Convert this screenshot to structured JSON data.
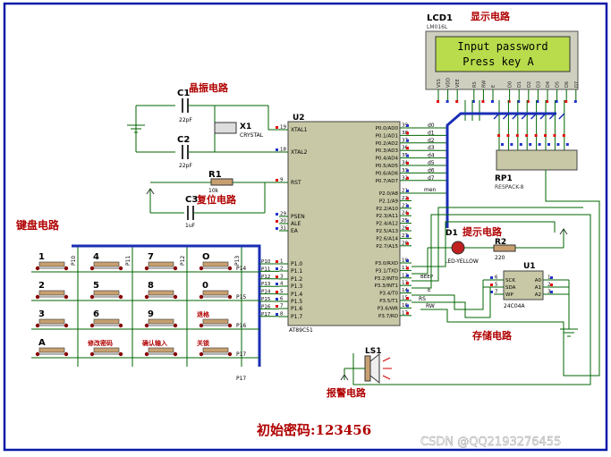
{
  "labels": {
    "lcd_section": "显示电路",
    "crystal_section": "晶振电路",
    "reset_section": "复位电路",
    "keypad_section": "键盘电路",
    "indicator_section": "提示电路",
    "storage_section": "存储电路",
    "alarm_section": "报警电路",
    "initial_password": "初始密码:123456",
    "watermark": "CSDN @QQ2193276455"
  },
  "lcd": {
    "ref": "LCD1",
    "model": "LM016L",
    "line1": "Input password",
    "line2": "Press key A",
    "pins": [
      "VSS",
      "VDD",
      "VEE",
      "RS",
      "RW",
      "E",
      "D0",
      "D1",
      "D2",
      "D3",
      "D4",
      "D5",
      "D6",
      "D7"
    ]
  },
  "mcu": {
    "ref": "U2",
    "model": "AT89C51",
    "left_pins": [
      {
        "num": "19",
        "name": "XTAL1"
      },
      {
        "num": "18",
        "name": "XTAL2"
      },
      {
        "num": "9",
        "name": "RST"
      },
      {
        "num": "29",
        "name": "PSEN"
      },
      {
        "num": "30",
        "name": "ALE"
      },
      {
        "num": "31",
        "name": "EA"
      },
      {
        "num": "1",
        "name": "P1.0"
      },
      {
        "num": "2",
        "name": "P1.1"
      },
      {
        "num": "3",
        "name": "P1.2"
      },
      {
        "num": "4",
        "name": "P1.3"
      },
      {
        "num": "5",
        "name": "P1.4"
      },
      {
        "num": "6",
        "name": "P1.5"
      },
      {
        "num": "7",
        "name": "P1.6"
      },
      {
        "num": "8",
        "name": "P1.7"
      }
    ],
    "p0_pins": [
      {
        "num": "39",
        "name": "P0.0/AD0",
        "net": "d0"
      },
      {
        "num": "38",
        "name": "P0.1/AD1",
        "net": "d1"
      },
      {
        "num": "37",
        "name": "P0.2/AD2",
        "net": "d2"
      },
      {
        "num": "36",
        "name": "P0.3/AD3",
        "net": "d3"
      },
      {
        "num": "35",
        "name": "P0.4/AD4",
        "net": "d4"
      },
      {
        "num": "34",
        "name": "P0.5/AD5",
        "net": "d5"
      },
      {
        "num": "33",
        "name": "P0.6/AD6",
        "net": "d6"
      },
      {
        "num": "32",
        "name": "P0.7/AD7",
        "net": "d7"
      }
    ],
    "p2_pins": [
      {
        "num": "21",
        "name": "P2.0/A8"
      },
      {
        "num": "22",
        "name": "P2.1/A9"
      },
      {
        "num": "23",
        "name": "P2.2/A10"
      },
      {
        "num": "24",
        "name": "P2.3/A11"
      },
      {
        "num": "25",
        "name": "P2.4/A12"
      },
      {
        "num": "26",
        "name": "P2.5/A13"
      },
      {
        "num": "27",
        "name": "P2.6/A14"
      },
      {
        "num": "28",
        "name": "P2.7/A15"
      }
    ],
    "p3_pins": [
      {
        "num": "10",
        "name": "P3.0/RXD"
      },
      {
        "num": "11",
        "name": "P3.1/TXD"
      },
      {
        "num": "12",
        "name": "P3.2/INT0"
      },
      {
        "num": "13",
        "name": "P3.3/INT1"
      },
      {
        "num": "14",
        "name": "P3.4/T0"
      },
      {
        "num": "15",
        "name": "P3.5/T1"
      },
      {
        "num": "16",
        "name": "P3.6/WR"
      },
      {
        "num": "17",
        "name": "P3.7/RD"
      }
    ],
    "nets": {
      "men": "men",
      "rs": "RS",
      "rw": "RW",
      "e": "E",
      "beep": "BEEP"
    }
  },
  "crystal": {
    "c1_ref": "C1",
    "c1_val": "22pF",
    "c2_ref": "C2",
    "c2_val": "22pF",
    "x1_ref": "X1",
    "x1_type": "CRYSTAL"
  },
  "reset": {
    "r1_ref": "R1",
    "r1_val": "10k",
    "c3_ref": "C3",
    "c3_val": "1uF"
  },
  "rpack": {
    "ref": "RP1",
    "model": "RESPACK-8"
  },
  "led": {
    "ref": "D1",
    "model": "LED-YELLOW"
  },
  "r2": {
    "ref": "R2",
    "val": "220"
  },
  "eeprom": {
    "ref": "U1",
    "model": "24C04A",
    "left_pins": [
      {
        "num": "6",
        "name": "SCK"
      },
      {
        "num": "5",
        "name": "SDA"
      },
      {
        "num": "7",
        "name": "WP"
      }
    ],
    "right_pins": [
      {
        "num": "1",
        "name": "A0"
      },
      {
        "num": "2",
        "name": "A1"
      },
      {
        "num": "3",
        "name": "A2"
      }
    ]
  },
  "buzzer": {
    "ref": "LS1"
  },
  "keypad": {
    "keys": [
      [
        "1",
        "4",
        "7",
        "O"
      ],
      [
        "2",
        "5",
        "8",
        "0"
      ],
      [
        "3",
        "6",
        "9",
        "退格"
      ],
      [
        "A",
        "修改密码",
        "确认输入",
        "关锁"
      ]
    ],
    "col_nets": [
      "P10",
      "P11",
      "P12",
      "P13"
    ],
    "row_nets": [
      "P14",
      "P15",
      "P16",
      "P17"
    ],
    "mcu_nets": [
      "P10",
      "P11",
      "P12",
      "P13",
      "P14",
      "P15",
      "P16",
      "P17"
    ]
  },
  "colors": {
    "wire": "#006600",
    "bus": "#1a2fb5",
    "chip_fill": "#c8c8a6",
    "lcd_fill": "#b8dc4c",
    "label_red": "#b00000",
    "pin_red": "#e11010",
    "pin_blue": "#2233cc",
    "border": "#0a1aa8"
  }
}
